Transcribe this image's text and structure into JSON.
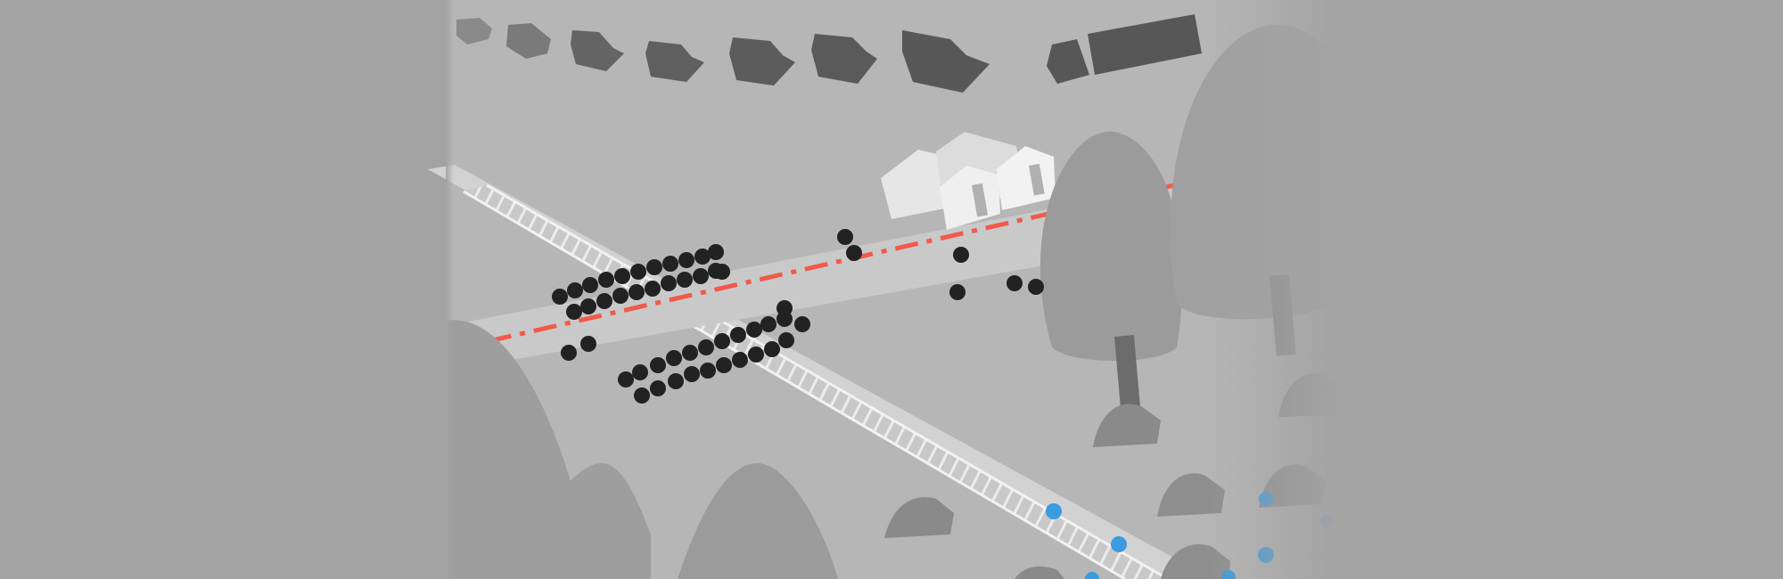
{
  "scene": {
    "type": "illustration",
    "description_items": [
      "convoy-of-vehicles",
      "houses",
      "road",
      "railway-track",
      "crowd-of-people",
      "trees",
      "tents",
      "border-line"
    ],
    "colors": {
      "background": "#a3a3a3",
      "vehicle": "#575757",
      "house": "#e8e8e8",
      "road": "#c4c4c4",
      "rail": "#d6d6d6",
      "person": "#222222",
      "border_line": "#f05a4a",
      "tent": "#8a8a8a",
      "tree": "#9b9b9b",
      "migrant": "#3a9be0"
    },
    "counts": {
      "vehicles": 8,
      "houses": 3,
      "tents": 7,
      "blue_figures": 7
    }
  }
}
